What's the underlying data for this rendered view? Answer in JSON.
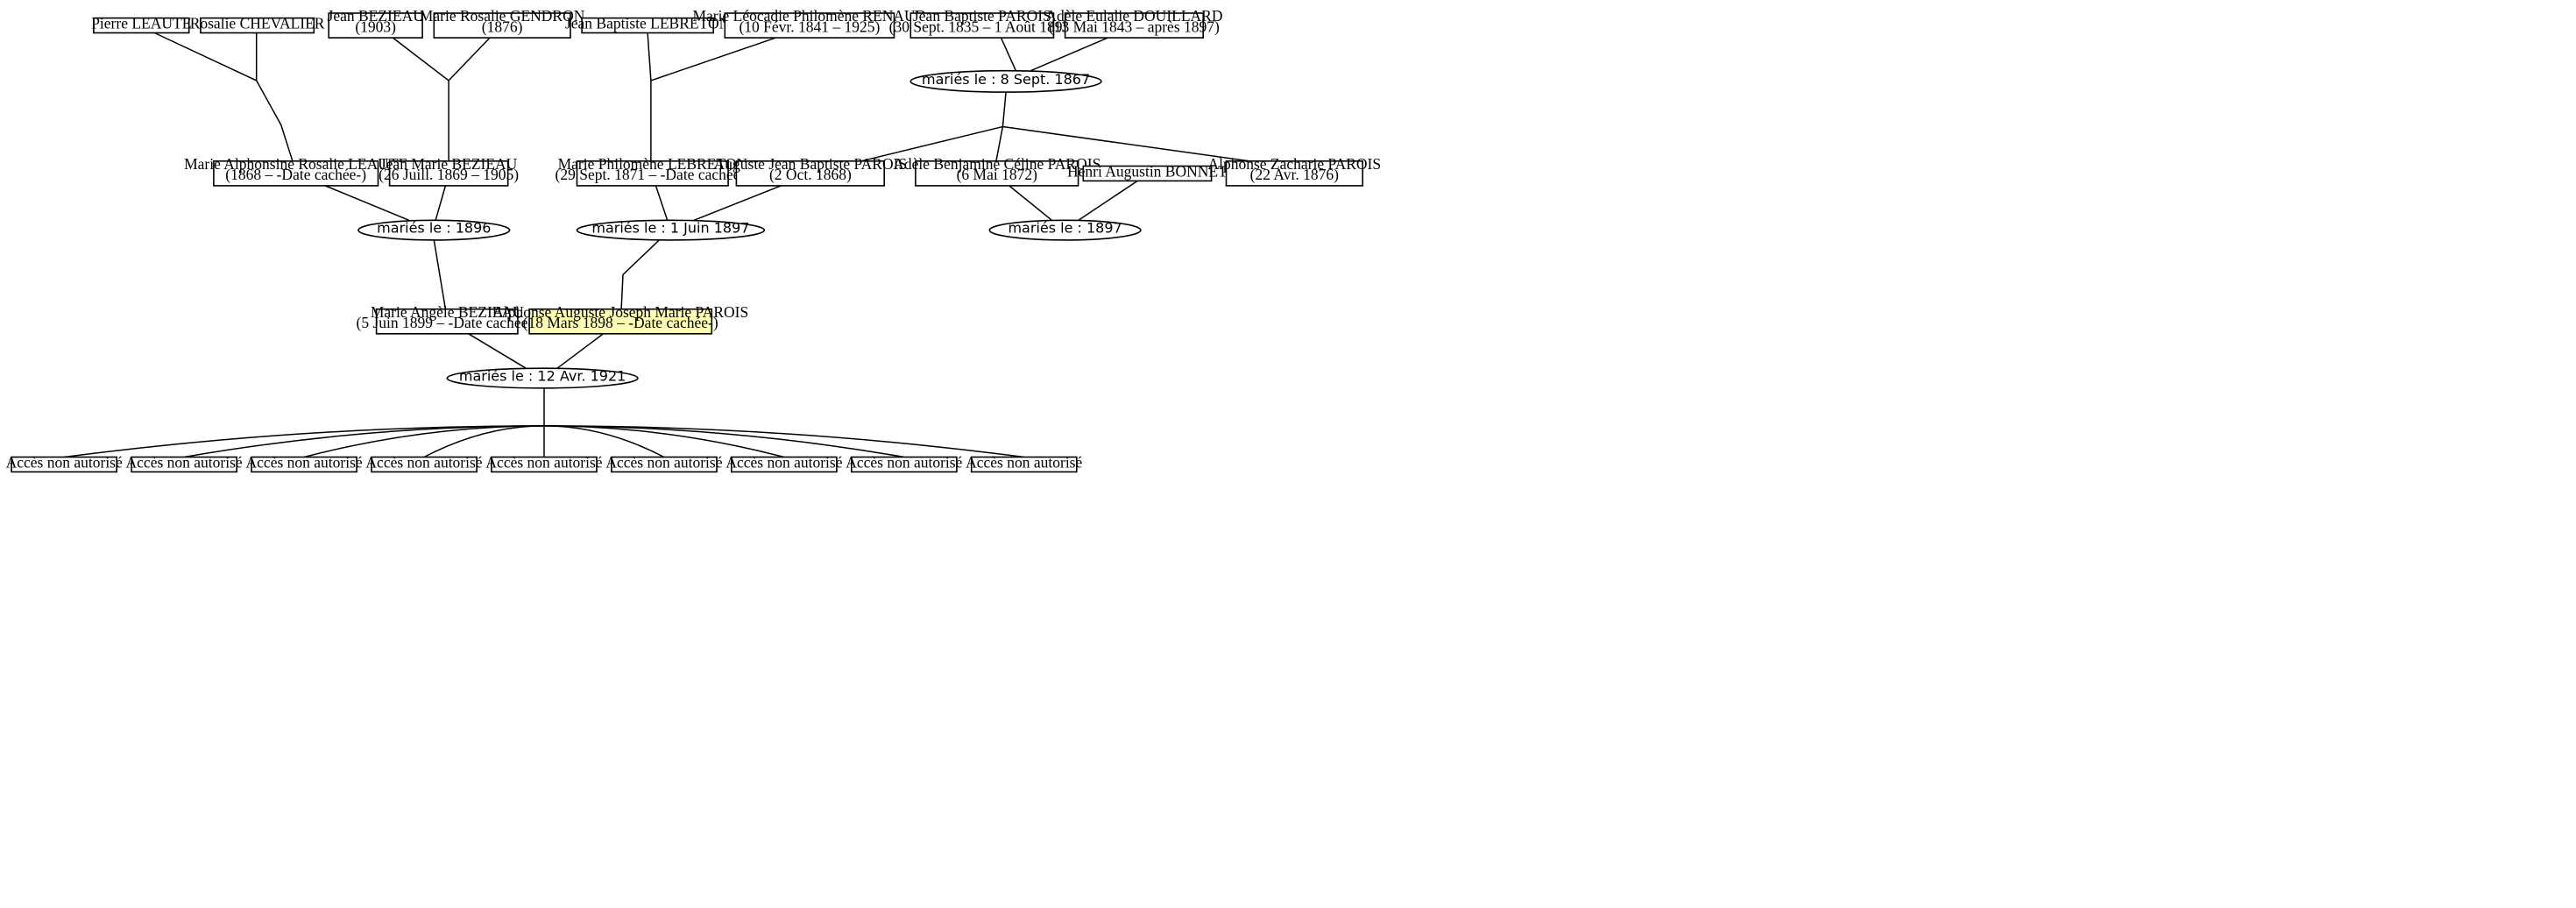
{
  "persons": {
    "pierre_leaute": {
      "name": "Pierre LEAUTE",
      "dates": ""
    },
    "rosalie_chevalier": {
      "name": "Rosalie CHEVALIER",
      "dates": ""
    },
    "jean_beziau": {
      "name": "Jean BEZIEAU",
      "dates": "(1903)"
    },
    "marie_rosalie_gendron": {
      "name": "Marie Rosalie GENDRON",
      "dates": "(1876)"
    },
    "jean_baptiste_lebreton": {
      "name": "Jean Baptiste LEBRETON",
      "dates": ""
    },
    "marie_leocadie_renaud": {
      "name": "Marie Léocadie Philomène RENAUD",
      "dates": "(10 Févr. 1841 – 1925)"
    },
    "jean_baptiste_parois": {
      "name": "Jean Baptiste PAROIS",
      "dates": "(30 Sept. 1835 – 1 Août 1895)"
    },
    "adele_eulalie_douillard": {
      "name": "Adèle Eulalie DOUILLARD",
      "dates": "(13 Mai 1843 – après 1897)"
    },
    "marie_alphonsine_leaute": {
      "name": "Marie Alphonsine Rosalie LEAUTE",
      "dates": "(1868 – -Date cachée-)"
    },
    "jean_marie_beziau": {
      "name": "Jean Marie BEZIEAU",
      "dates": "(26 Juill. 1869 – 1905)"
    },
    "marie_philomene_lebreton": {
      "name": "Marie Philomène LEBRETON",
      "dates": "(29 Sept. 1871 – -Date cachée-)"
    },
    "auguste_jean_baptiste_parois": {
      "name": "Auguste Jean Baptiste PAROIS",
      "dates": "(2 Oct. 1868)"
    },
    "adele_benjamine_parois": {
      "name": "Adèle Benjamine Céline PAROIS",
      "dates": "(6 Mai 1872)"
    },
    "henri_augustin_bonnet": {
      "name": "Henri Augustin BONNET",
      "dates": ""
    },
    "alphonse_zacharie_parois": {
      "name": "Alphonse Zacharie PAROIS",
      "dates": "(22 Avr. 1876)"
    },
    "marie_angele_beziau": {
      "name": "Marie Angèle BEZIEAU",
      "dates": "(5 Juin 1899 – -Date cachée-)"
    },
    "alphonse_auguste_parois": {
      "name": "Alphonse Auguste Joseph Marie PAROIS",
      "dates": "(18 Mars 1898 – -Date cachée-)"
    },
    "child_1": {
      "name": "Accès non autorisé",
      "dates": ""
    },
    "child_2": {
      "name": "Accès non autorisé",
      "dates": ""
    },
    "child_3": {
      "name": "Accès non autorisé",
      "dates": ""
    },
    "child_4": {
      "name": "Accès non autorisé",
      "dates": ""
    },
    "child_5": {
      "name": "Accès non autorisé",
      "dates": ""
    },
    "child_6": {
      "name": "Accès non autorisé",
      "dates": ""
    },
    "child_7": {
      "name": "Accès non autorisé",
      "dates": ""
    },
    "child_8": {
      "name": "Accès non autorisé",
      "dates": ""
    },
    "child_9": {
      "name": "Accès non autorisé",
      "dates": ""
    }
  },
  "unions": {
    "parois_douillard": {
      "label": "mariés le : 8 Sept. 1867"
    },
    "leaute_beziau": {
      "label": "mariés le : 1896"
    },
    "lebreton_parois": {
      "label": "mariés le : 1 Juin 1897"
    },
    "parois_bonnet": {
      "label": "mariés le : 1897"
    },
    "beziau_parois": {
      "label": "mariés le : 12 Avr. 1921"
    }
  },
  "colors": {
    "focus_fill": "#ffffb4",
    "stroke": "#000000",
    "background": "#ffffff"
  }
}
